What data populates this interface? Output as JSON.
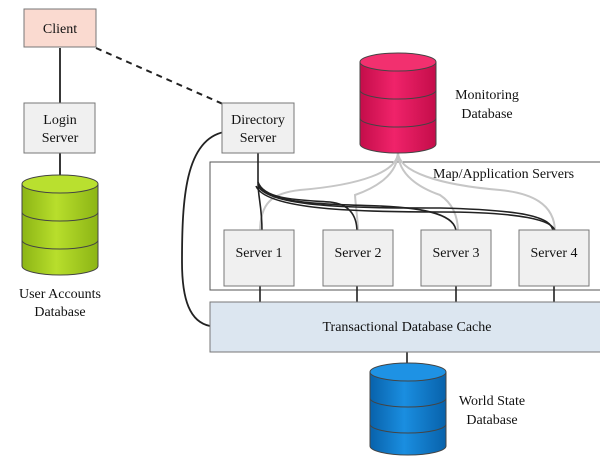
{
  "nodes": {
    "client": "Client",
    "login_server": [
      "Login",
      "Server"
    ],
    "directory_server": [
      "Directory",
      "Server"
    ],
    "server1": "Server 1",
    "server2": "Server 2",
    "server3": "Server 3",
    "server4": "Server 4",
    "map_app_group": "Map/Application Servers",
    "db_cache": "Transactional Database Cache"
  },
  "databases": {
    "user_accounts": [
      "User Accounts",
      "Database"
    ],
    "monitoring": [
      "Monitoring",
      "Database"
    ],
    "world_state": [
      "World State",
      "Database"
    ]
  },
  "colors": {
    "client_fill": "#fadad0",
    "user_db": "#a6cf1f",
    "monitoring_db": "#e0175a",
    "world_db": "#0c78c9",
    "cache_fill": "#dce6f0",
    "server_fill": "#f0f0f0",
    "gray_link": "#c6c6c6"
  }
}
